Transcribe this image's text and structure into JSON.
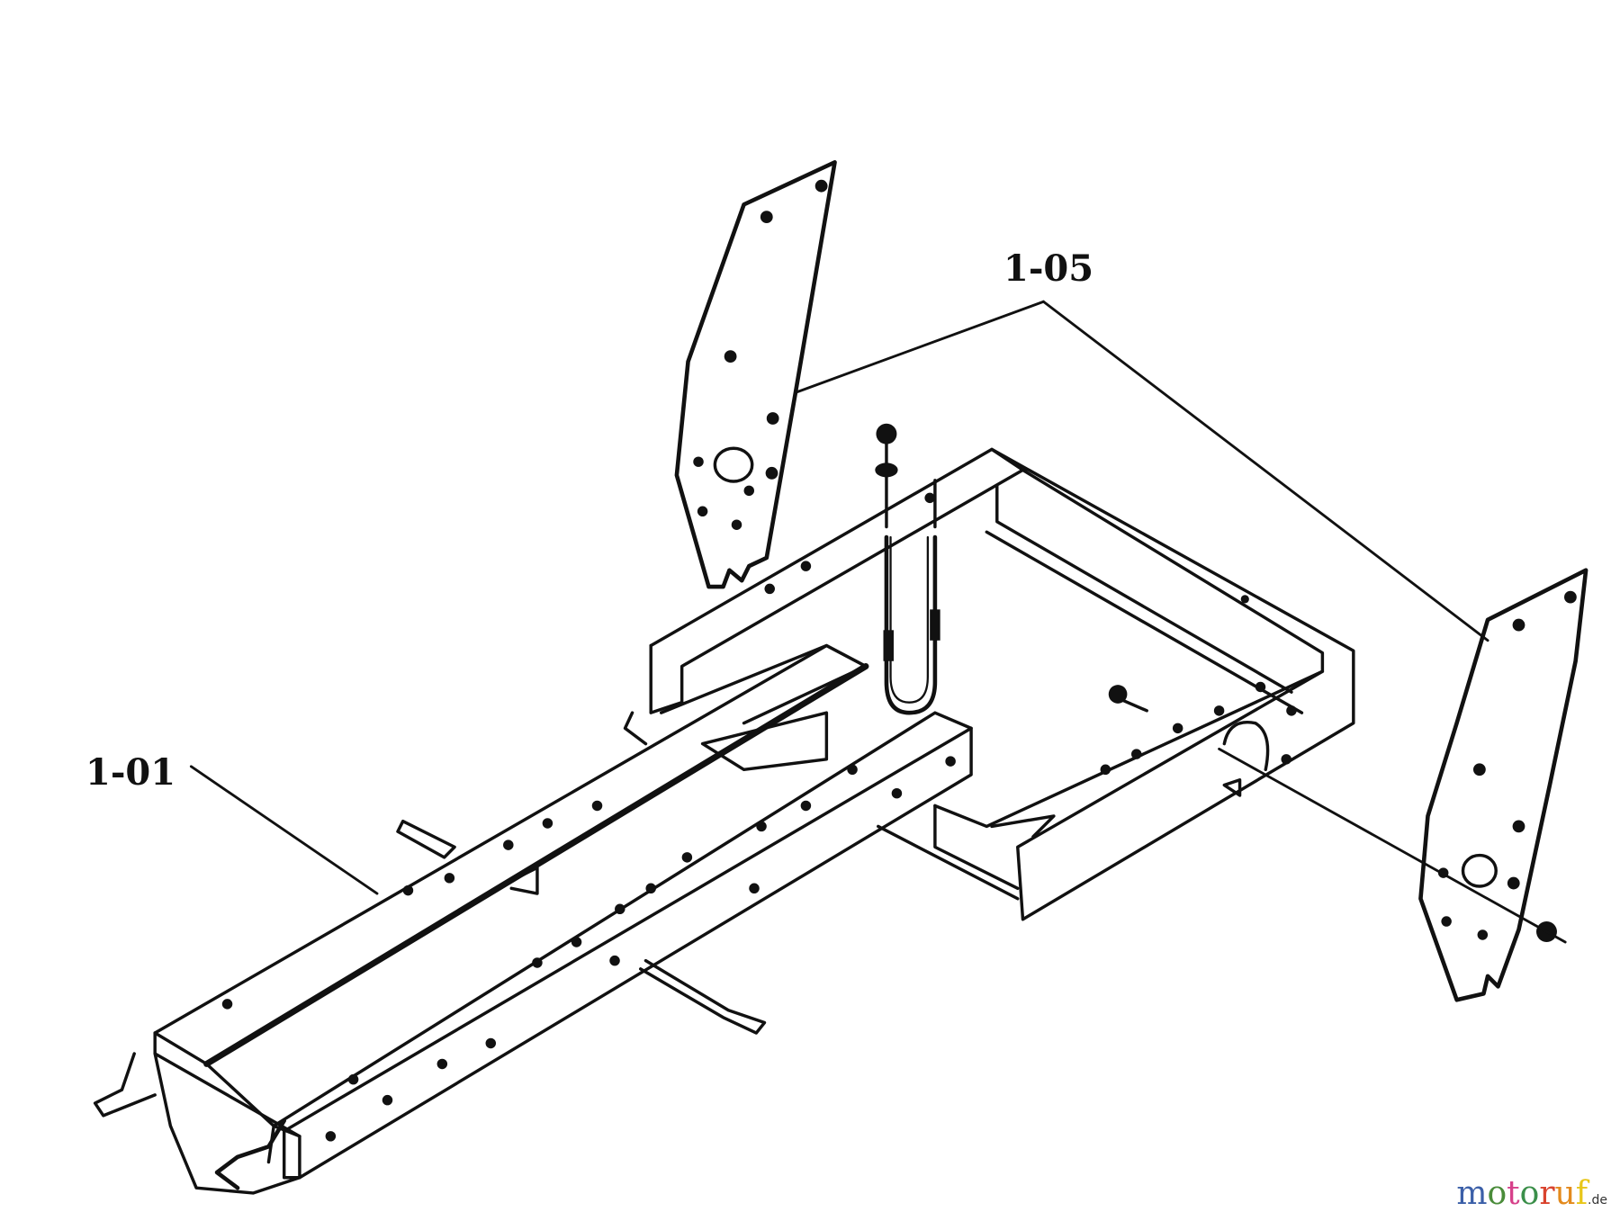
{
  "labels": {
    "frame": "1-01",
    "plates": "1-05"
  },
  "watermark": {
    "letters": [
      "m",
      "o",
      "t",
      "o",
      "r",
      "u",
      "f"
    ],
    "colors": [
      "#3b5fa8",
      "#4a8c3a",
      "#d6408a",
      "#3b8f4a",
      "#d9432e",
      "#e38a1d",
      "#e8c619"
    ],
    "suffix": ".de"
  },
  "line_color": "#111111"
}
